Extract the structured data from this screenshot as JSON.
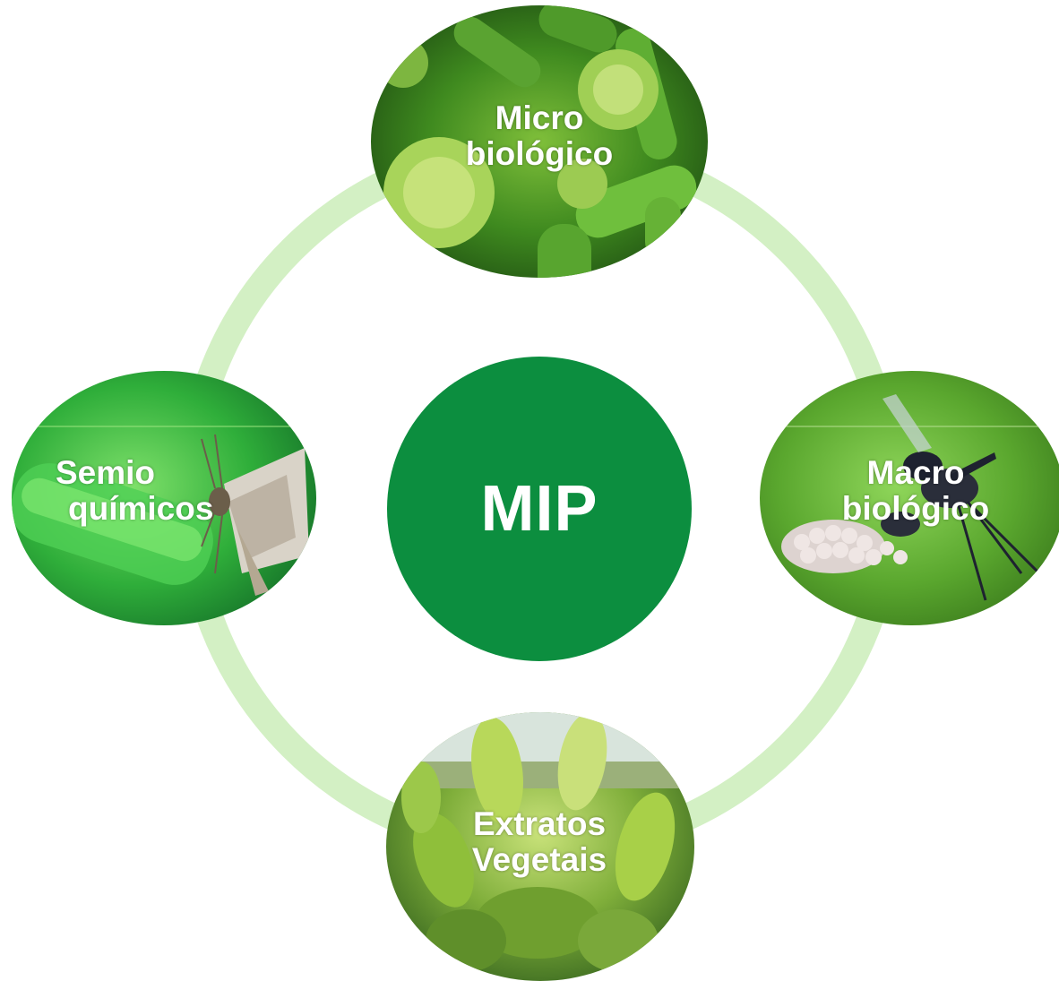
{
  "center": {
    "label": "MIP",
    "color": "#0c8e3f"
  },
  "ring_color": "#d3f0c4",
  "nodes": [
    {
      "id": "micro",
      "line1": "Micro",
      "line2": "biológico",
      "image": "green microbes and pollen close-up"
    },
    {
      "id": "macro",
      "line1": "Macro",
      "line2": "biológico",
      "image": "parasitoid wasp on eggs on a leaf"
    },
    {
      "id": "extratos",
      "line1": "Extratos",
      "line2": "Vegetais",
      "image": "green leafy plant"
    },
    {
      "id": "semio",
      "line1": "Semio",
      "line2": "químicos",
      "image": "moth beside a glass test tube"
    }
  ]
}
